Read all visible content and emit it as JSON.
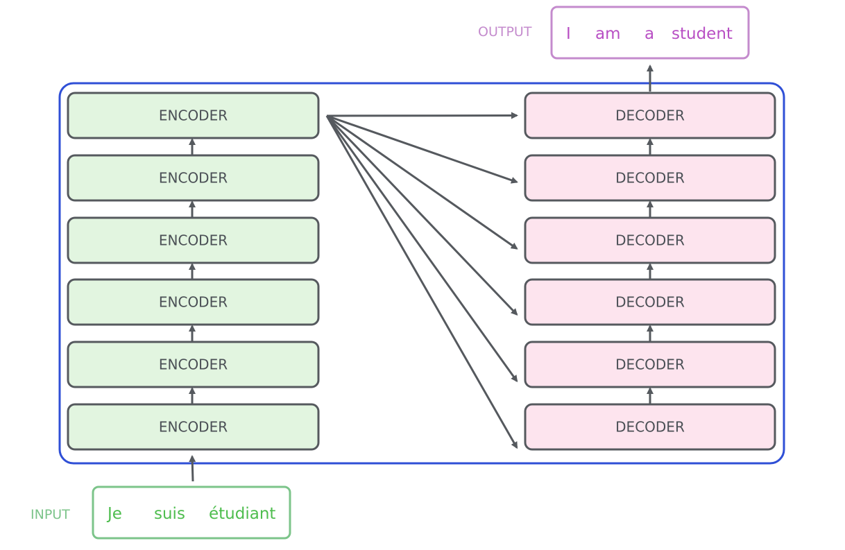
{
  "input": {
    "label": "INPUT",
    "words": [
      "Je",
      "suis",
      "étudiant"
    ]
  },
  "output": {
    "label": "OUTPUT",
    "words": [
      "I",
      "am",
      "a",
      "student"
    ]
  },
  "encoders": [
    {
      "label": "ENCODER"
    },
    {
      "label": "ENCODER"
    },
    {
      "label": "ENCODER"
    },
    {
      "label": "ENCODER"
    },
    {
      "label": "ENCODER"
    },
    {
      "label": "ENCODER"
    }
  ],
  "decoders": [
    {
      "label": "DECODER"
    },
    {
      "label": "DECODER"
    },
    {
      "label": "DECODER"
    },
    {
      "label": "DECODER"
    },
    {
      "label": "DECODER"
    },
    {
      "label": "DECODER"
    }
  ],
  "colors": {
    "container": "#2f4fd6",
    "box_stroke": "#55595e",
    "encoder_fill": "#e2f5e0",
    "decoder_fill": "#fde4ee",
    "input": "#7cc48a",
    "input_text": "#4ebd4e",
    "output": "#c48bcd",
    "output_text": "#b84fc4",
    "arrow": "#55595e"
  }
}
